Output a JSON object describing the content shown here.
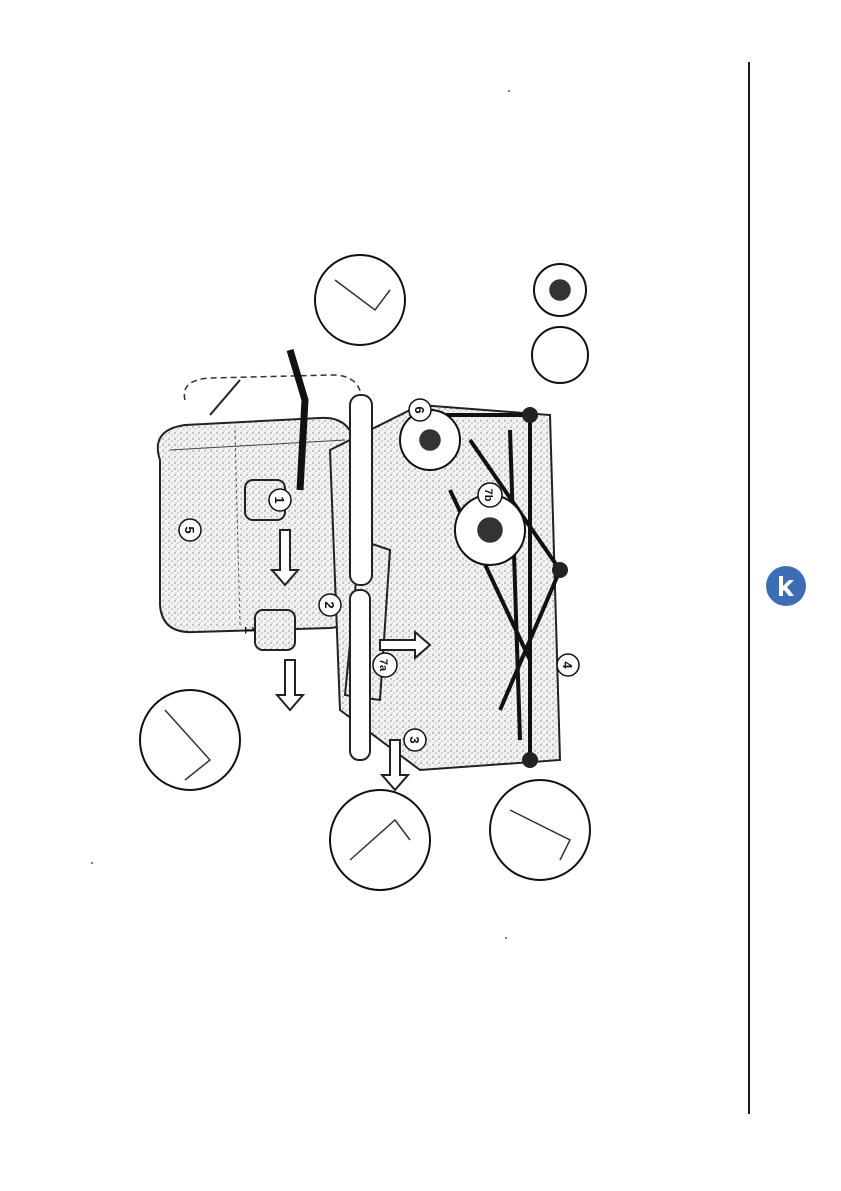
{
  "page": {
    "background": "#ffffff",
    "rule_color": "#1a1a1a"
  },
  "brand": {
    "icon": "k-logo-icon",
    "color": "#3d6db5",
    "letter": "k"
  },
  "illustration": {
    "subject": "recliner-chair-exploded-view",
    "orientation": "rotated-90-clockwise",
    "callouts": [
      "1",
      "1",
      "2",
      "3",
      "4",
      "5",
      "6",
      "7a",
      "7b"
    ],
    "detail_insets": 7
  }
}
